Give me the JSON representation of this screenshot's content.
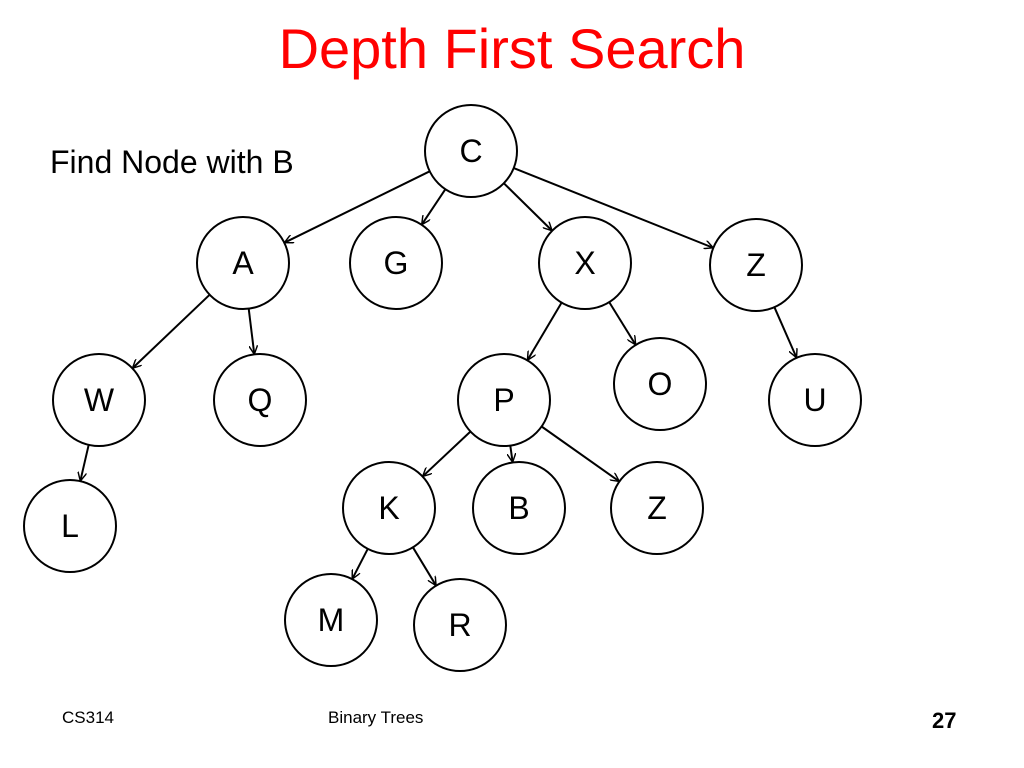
{
  "slide": {
    "title": "Depth First Search",
    "prompt": "Find Node with B",
    "footer": {
      "course": "CS314",
      "topic": "Binary Trees",
      "page_number": "27"
    }
  },
  "tree": {
    "nodes": [
      {
        "id": "c",
        "label": "C"
      },
      {
        "id": "a",
        "label": "A"
      },
      {
        "id": "g",
        "label": "G"
      },
      {
        "id": "x",
        "label": "X"
      },
      {
        "id": "z1",
        "label": "Z"
      },
      {
        "id": "w",
        "label": "W"
      },
      {
        "id": "q",
        "label": "Q"
      },
      {
        "id": "p",
        "label": "P"
      },
      {
        "id": "o",
        "label": "O"
      },
      {
        "id": "u",
        "label": "U"
      },
      {
        "id": "l",
        "label": "L"
      },
      {
        "id": "k",
        "label": "K"
      },
      {
        "id": "b",
        "label": "B"
      },
      {
        "id": "z2",
        "label": "Z"
      },
      {
        "id": "m",
        "label": "M"
      },
      {
        "id": "r",
        "label": "R"
      }
    ],
    "edges": [
      [
        "c",
        "a"
      ],
      [
        "c",
        "g"
      ],
      [
        "c",
        "x"
      ],
      [
        "c",
        "z1"
      ],
      [
        "a",
        "w"
      ],
      [
        "a",
        "q"
      ],
      [
        "x",
        "p"
      ],
      [
        "x",
        "o"
      ],
      [
        "z1",
        "u"
      ],
      [
        "w",
        "l"
      ],
      [
        "p",
        "k"
      ],
      [
        "p",
        "b"
      ],
      [
        "p",
        "z2"
      ],
      [
        "k",
        "m"
      ],
      [
        "k",
        "r"
      ]
    ]
  }
}
